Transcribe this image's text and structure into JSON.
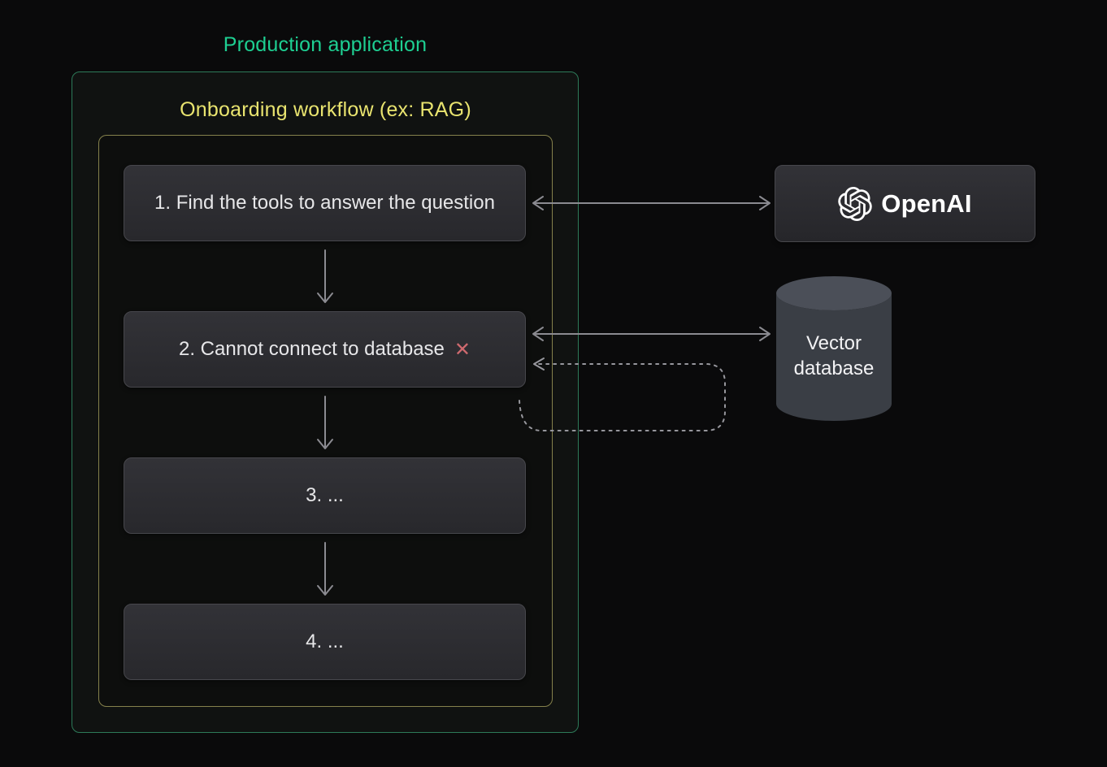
{
  "page": {
    "title": "Production application",
    "title_color": "#1ecf92",
    "background": "#0a0a0b"
  },
  "workflow": {
    "title": "Onboarding workflow (ex: RAG)",
    "title_color": "#e9e46f",
    "border_color": "#85814c",
    "outer_border_color": "#2d7a59",
    "steps": [
      {
        "label": "1. Find the tools to answer the question"
      },
      {
        "label": "2. Cannot connect to database",
        "status_icon": "✕",
        "status_color": "#cf6a6f"
      },
      {
        "label": "3. ..."
      },
      {
        "label": "4. ..."
      }
    ]
  },
  "services": {
    "openai": {
      "label": "OpenAI"
    },
    "vector_db": {
      "label": "Vector database"
    }
  },
  "connections": {
    "step1_openai": "bidirectional solid arrow",
    "step2_vectordb": "bidirectional solid arrow",
    "retry_loop": "dashed arrow looping back into step 2",
    "arrow_color": "#8b8b91",
    "dashed_color": "#97979d"
  }
}
